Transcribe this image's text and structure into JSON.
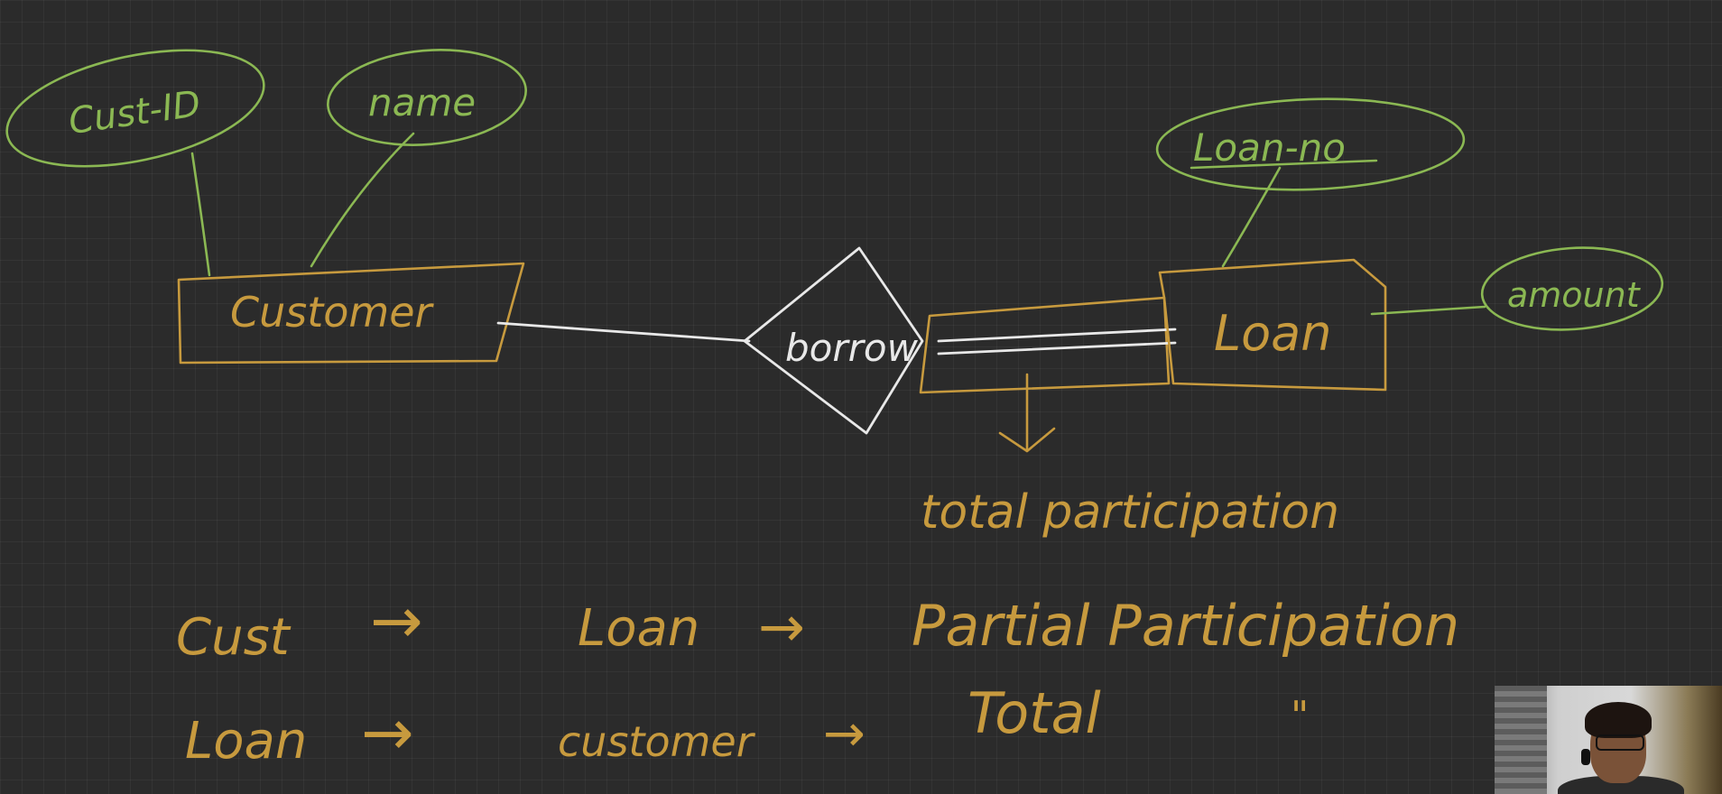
{
  "diagram": {
    "attributes": {
      "cust_id": "Cust-ID",
      "name": "name",
      "loan_no": "Loan-no",
      "amount": "amount"
    },
    "entities": {
      "customer": "Customer",
      "loan": "Loan"
    },
    "relationship": "borrow",
    "annotation": "total participation"
  },
  "notes": {
    "line1": {
      "from": "Cust",
      "arrow1": "→",
      "to": "Loan",
      "arrow2": "→",
      "result": "Partial Participation"
    },
    "line2": {
      "from": "Loan",
      "arrow1": "→",
      "to": "customer",
      "arrow2": "→",
      "result": "Total",
      "ditto": "\""
    }
  },
  "colors": {
    "background": "#2b2b2b",
    "green": "#8bb853",
    "orange": "#c79a3e",
    "white": "#e8e8e8"
  }
}
